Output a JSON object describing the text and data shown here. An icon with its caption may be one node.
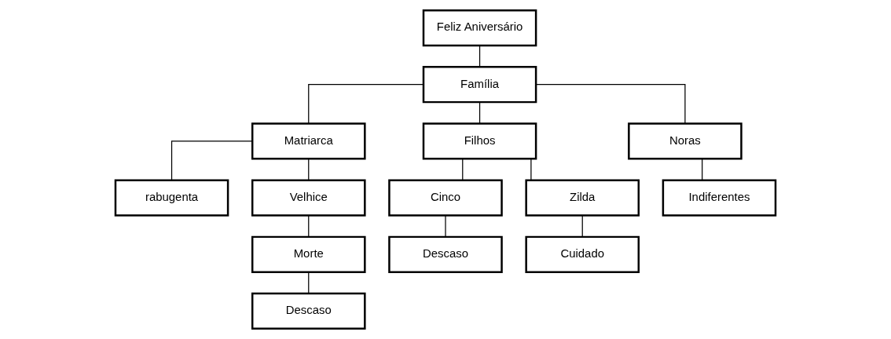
{
  "diagram": {
    "nodes": [
      {
        "text": [
          "Feliz Aniversário"
        ]
      },
      {
        "text": [
          "Família"
        ]
      },
      {
        "text": [
          "Matriarca"
        ]
      },
      {
        "text": [
          "Filhos"
        ]
      },
      {
        "text": [
          "Noras"
        ]
      },
      {
        "text": [
          "rabugenta"
        ]
      },
      {
        "text": [
          "Velhice"
        ]
      },
      {
        "text": [
          "Cinco"
        ]
      },
      {
        "text": [
          "Zilda"
        ]
      },
      {
        "text": [
          "Indiferentes"
        ]
      },
      {
        "text": [
          "Morte"
        ]
      },
      {
        "text": [
          "Descaso"
        ]
      },
      {
        "text": [
          "Cuidado"
        ]
      },
      {
        "text": [
          "Descaso"
        ]
      }
    ],
    "edges": [
      {
        "from": 0,
        "to": 1,
        "arrow": "none"
      },
      {
        "from": 1,
        "to": 2,
        "arrow": "none"
      },
      {
        "from": 1,
        "to": 3,
        "arrow": "none"
      },
      {
        "from": 1,
        "to": 4,
        "arrow": "none"
      },
      {
        "from": 2,
        "to": 5,
        "arrow": "none"
      },
      {
        "from": 2,
        "to": 6,
        "arrow": "none"
      },
      {
        "from": 3,
        "to": 7,
        "arrow": "none"
      },
      {
        "from": 3,
        "to": 8,
        "arrow": "none"
      },
      {
        "from": 4,
        "to": 9,
        "arrow": "none"
      },
      {
        "from": 6,
        "to": 10,
        "arrow": "none"
      },
      {
        "from": 7,
        "to": 11,
        "arrow": "none"
      },
      {
        "from": 8,
        "to": 12,
        "arrow": "none"
      },
      {
        "from": 10,
        "to": 13,
        "arrow": "none"
      }
    ]
  }
}
